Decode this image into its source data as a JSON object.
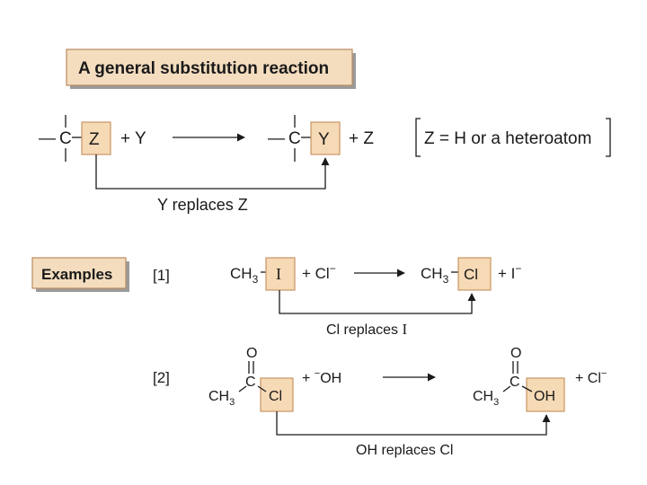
{
  "general": {
    "title": "A general substitution reaction",
    "dash": "—",
    "c": "C",
    "z": "Z",
    "plus_y": "+ Y",
    "y": "Y",
    "plus_z": "+ Z",
    "bracket_note": "Z = H or a heteroatom",
    "caption": "Y replaces Z"
  },
  "examples": {
    "label": "Examples",
    "ex1": {
      "number": "[1]",
      "ch": "CH",
      "sub": "3",
      "leaving": "I",
      "plus_nuc": "+ Cl",
      "minus": "−",
      "product_group": "Cl",
      "plus_byproduct": "+ I",
      "caption_pre": "Cl replaces ",
      "caption_i": "I"
    },
    "ex2": {
      "number": "[2]",
      "o": "O",
      "c": "C",
      "ch": "CH",
      "sub": "3",
      "leaving": "Cl",
      "plus": "+ ",
      "minus": "−",
      "nuc": "OH",
      "product_group": "OH",
      "plus_byproduct": "+ Cl",
      "caption": "OH replaces Cl"
    }
  },
  "colors": {
    "box_fill": "#f6d9b5",
    "box_stroke": "#c79565",
    "text": "#1a1a1a"
  }
}
